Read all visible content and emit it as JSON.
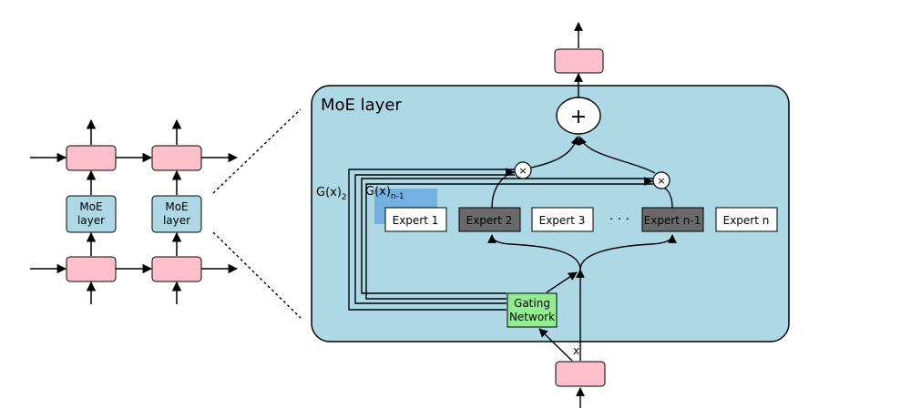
{
  "small_diagram": {
    "moe_label_1": "MoE",
    "moe_label_2": "layer"
  },
  "moe_layer": {
    "title": "MoE layer",
    "plus_symbol": "+",
    "times_symbol": "×",
    "gate_label_2_main": "G(x)",
    "gate_label_2_sub": "2",
    "gate_label_n1_main": "G(x)",
    "gate_label_n1_sub": "n-1",
    "input_label": "x",
    "ellipsis": "· · ·",
    "gating_network_line1": "Gating",
    "gating_network_line2": "Network",
    "experts": [
      "Expert 1",
      "Expert 2",
      "Expert 3",
      "Expert n-1",
      "Expert n"
    ]
  },
  "colors": {
    "pink_box": "#ffc0cb",
    "moe_blue": "#add8e6",
    "gating_green": "#90ee90",
    "active_expert": "#696969",
    "highlight": "#6aa9e0"
  }
}
